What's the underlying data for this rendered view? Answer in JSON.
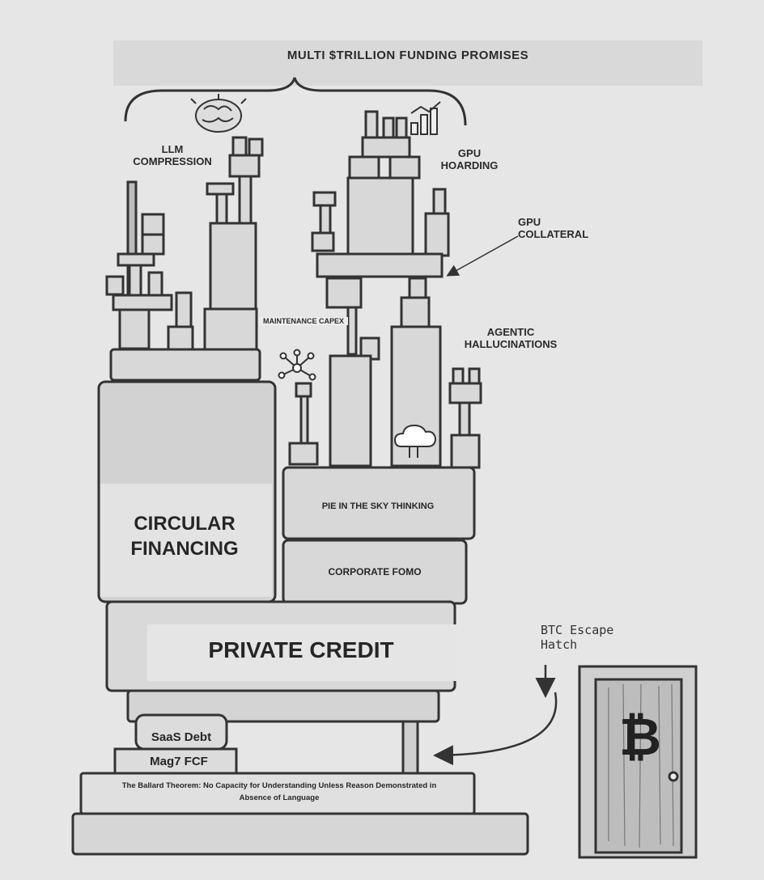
{
  "header": {
    "title": "MULTI $TRILLION FUNDING PROMISES"
  },
  "labels": {
    "llm_compression": "LLM COMPRESSION",
    "gpu_hoarding": "GPU HOARDING",
    "gpu_collateral": "GPU COLLATERAL",
    "maintenance_capex": "MAINTENANCE CAPEX",
    "agentic_hallucinations": "AGENTIC HALLUCINATIONS"
  },
  "blocks": {
    "circular_financing": "CIRCULAR FINANCING",
    "pie_in_the_sky": "PIE IN THE SKY THINKING",
    "corporate_fomo": "CORPORATE FOMO",
    "private_credit": "PRIVATE CREDIT",
    "saas_debt": "SaaS Debt",
    "mag7_fcf": "Mag7 FCF",
    "ballard_theorem": "The Ballard Theorem: No Capacity for Understanding Unless Reason Demonstrated in Absence of Language"
  },
  "escape": {
    "label": "BTC Escape Hatch",
    "symbol": "₿"
  },
  "icons": [
    "brain-icon",
    "bar-chart-icon",
    "network-icon",
    "cloud-icon",
    "bitcoin-icon"
  ]
}
